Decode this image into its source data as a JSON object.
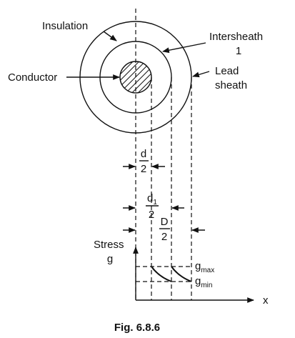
{
  "labels": {
    "insulation": "Insulation",
    "intersheath_line1": "Intersheath",
    "intersheath_line2": "1",
    "conductor": "Conductor",
    "lead_line1": "Lead",
    "lead_line2": "sheath"
  },
  "dimensions": {
    "half_d": {
      "num": "d",
      "den": "2"
    },
    "half_d1": {
      "num_base": "d",
      "num_sub": "1",
      "den": "2"
    },
    "half_D": {
      "num": "D",
      "den": "2"
    }
  },
  "graph": {
    "ylabel_line1": "Stress",
    "ylabel_line2": "g",
    "xlabel": "x",
    "gmax_base": "g",
    "gmax_sub": "max",
    "gmin_base": "g",
    "gmin_sub": "min"
  },
  "caption": "Fig. 6.8.6"
}
